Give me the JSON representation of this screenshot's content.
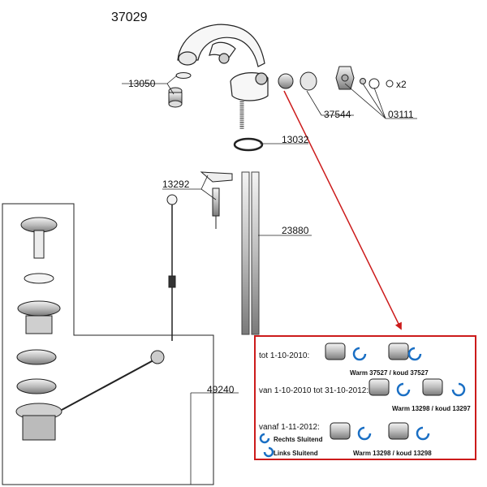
{
  "title": "37029",
  "parts": {
    "p13050": "13050",
    "p13032": "13032",
    "p13292": "13292",
    "p23880": "23880",
    "p37544": "37544",
    "p03111": "03111",
    "p49240": "49240",
    "x2": "x2"
  },
  "info": {
    "row1_date": "tot 1-10-2010:",
    "row1_caption": "Warm 37527 / koud 37527",
    "row2_date": "van 1-10-2010 tot 31-10-2012:",
    "row2_caption": "Warm 13298 / koud 13297",
    "row3_date": "vanaf 1-11-2012:",
    "row3_caption": "Warm 13298 / koud 13298",
    "legend_right": "Rechts Sluitend",
    "legend_left": "Links Sluitend"
  },
  "colors": {
    "highlight": "#cc1b1b",
    "arrow": "#1a6fc4",
    "line": "#222222"
  }
}
